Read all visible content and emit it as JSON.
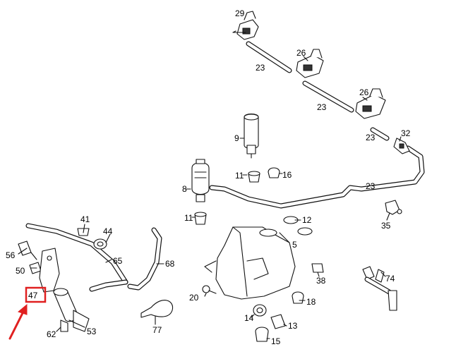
{
  "labels": {
    "l29": "29",
    "l26a": "26",
    "l26b": "26",
    "l23a": "23",
    "l23b": "23",
    "l23c": "23",
    "l23d": "23",
    "l32": "32",
    "l9": "9",
    "l11a": "11",
    "l16": "16",
    "l8": "8",
    "l11b": "11",
    "l12": "12",
    "l35": "35",
    "l41": "41",
    "l44": "44",
    "l56": "56",
    "l50": "50",
    "l65": "65",
    "l68": "68",
    "l47": "47",
    "l62": "62",
    "l53": "53",
    "l77": "77",
    "l20": "20",
    "l5": "5",
    "l38": "38",
    "l74": "74",
    "l18": "18",
    "l14": "14",
    "l13": "13",
    "l15": "15"
  },
  "highlight": {
    "color": "#e02020"
  }
}
